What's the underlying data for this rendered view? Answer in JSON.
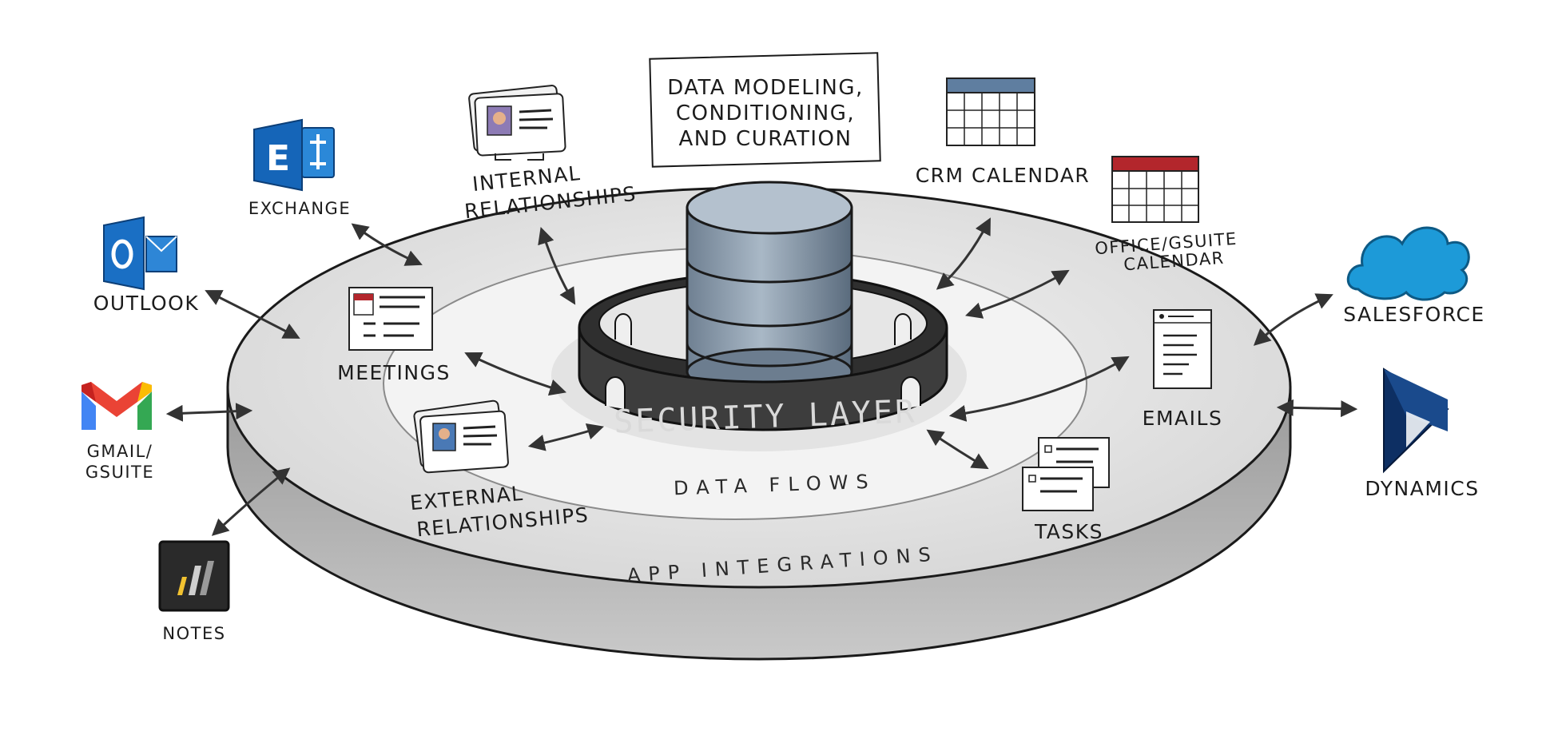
{
  "center": {
    "box_lines": [
      "DATA MODELING,",
      "CONDITIONING,",
      "AND CURATION"
    ],
    "security_label": "SECURITY LAYER",
    "inner_ring_label": "DATA FLOWS",
    "outer_ring_label": "APP INTEGRATIONS"
  },
  "apps": {
    "exchange": "EXCHANGE",
    "outlook": "OUTLOOK",
    "gmail": [
      "GMAIL/",
      "GSUITE"
    ],
    "notes": "NOTES",
    "salesforce": "SALESFORCE",
    "dynamics": "DYNAMICS"
  },
  "data_types": {
    "internal": [
      "INTERNAL",
      "RELATIONSHIPS"
    ],
    "meetings": "MEETINGS",
    "external": [
      "EXTERNAL",
      "RELATIONSHIPS"
    ],
    "crm_calendar": "CRM CALENDAR",
    "office_calendar": [
      "OFFICE/GSUITE",
      "CALENDAR"
    ],
    "emails": "EMAILS",
    "tasks": "TASKS"
  },
  "icons": {
    "exchange": "exchange-logo",
    "outlook": "outlook-logo",
    "gmail": "gmail-logo",
    "notes": "notes-app-logo",
    "salesforce": "salesforce-cloud-logo",
    "dynamics": "dynamics-logo",
    "database": "database-cylinder-icon"
  },
  "colors": {
    "exchange": "#1565b8",
    "outlook": "#1a6fc4",
    "salesforce": "#1d9ad8",
    "dynamics": "#0d2f63",
    "calendar_crm": "#5f7ea0",
    "calendar_office": "#b3262c",
    "database": "#8c9cab",
    "security_ring": "#3d3d3d"
  }
}
